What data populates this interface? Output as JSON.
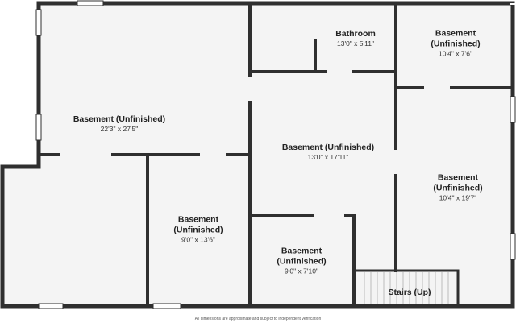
{
  "rooms": [
    {
      "name": "Bathroom",
      "dims": "13'0\" x 5'11\""
    },
    {
      "name": "Basement (Unfinished)",
      "dims": "10'4\" x 7'6\""
    },
    {
      "name": "Basement (Unfinished)",
      "dims": "22'3\" x 27'5\""
    },
    {
      "name": "Basement (Unfinished)",
      "dims": "13'0\" x 17'11\""
    },
    {
      "name": "Basement (Unfinished)",
      "dims": "10'4\" x 19'7\""
    },
    {
      "name": "Basement\n(Unfinished)",
      "dims": "9'0\" x 13'6\""
    },
    {
      "name": "Basement\n(Unfinished)",
      "dims": "9'0\" x 7'10\""
    },
    {
      "name": "Stairs (Up)",
      "dims": ""
    }
  ],
  "footer": "All dimensions are approximate and subject to independent verification",
  "colors": {
    "wall": "#2f2f2f",
    "floor": "#f4f4f4",
    "window": "#ffffff"
  }
}
